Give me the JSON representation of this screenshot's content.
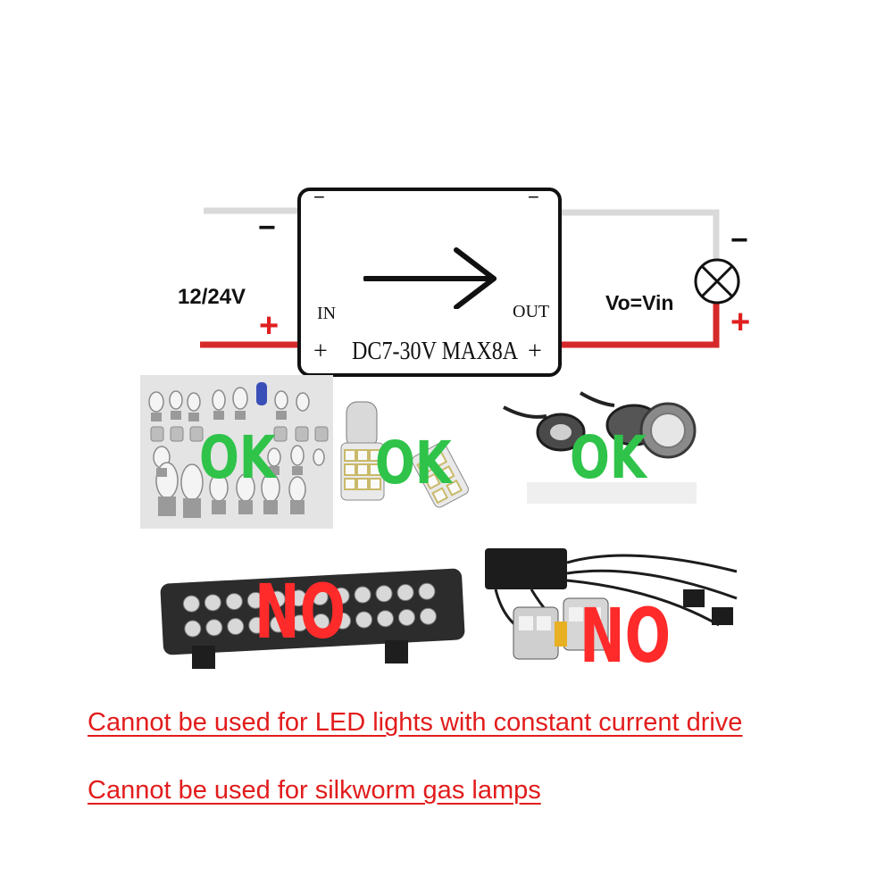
{
  "circuit": {
    "input_voltage": "12/24V",
    "input_minus": "−",
    "input_plus": "+",
    "module": {
      "corner_minus_left": "−",
      "corner_minus_right": "−",
      "in_label": "IN",
      "out_label": "OUT",
      "plus_left": "+",
      "plus_right": "+",
      "spec": "DC7-30V MAX8A",
      "arrow_icon": "arrow-right-icon"
    },
    "output_formula": "Vo=Vin",
    "output_minus": "−",
    "output_plus": "+",
    "load_icon": "lamp-icon",
    "colors": {
      "negative_wire": "#d9d9d9",
      "positive_wire": "#d62a2a",
      "plus_sign": "#e02020"
    }
  },
  "compatible": {
    "stamp_color": "#2fc34a",
    "items": [
      {
        "stamp": "OK",
        "icon": "incandescent-bulbs-icon"
      },
      {
        "stamp": "OK",
        "icon": "led-bulb-icon"
      },
      {
        "stamp": "OK",
        "icon": "eagle-eye-led-icon"
      }
    ]
  },
  "incompatible": {
    "stamp_color": "#ff2a2a",
    "items": [
      {
        "stamp": "NO",
        "icon": "led-light-bar-icon"
      },
      {
        "stamp": "NO",
        "icon": "hid-xenon-kit-icon"
      }
    ]
  },
  "warnings": [
    "Cannot be used for LED lights with constant current drive",
    "Cannot be used for silkworm gas lamps"
  ]
}
